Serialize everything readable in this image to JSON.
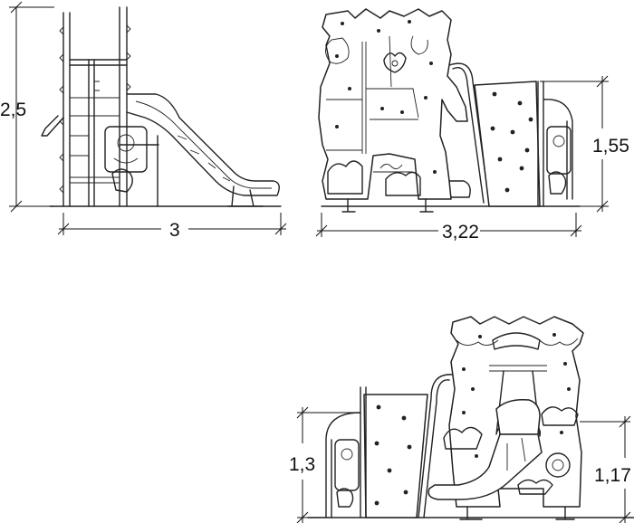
{
  "dimensions": {
    "view1_height": "2,5",
    "view1_width": "3",
    "view2_width": "3,22",
    "view2_height": "1,55",
    "view3_left_height": "1,3",
    "view3_right_height": "1,17"
  }
}
